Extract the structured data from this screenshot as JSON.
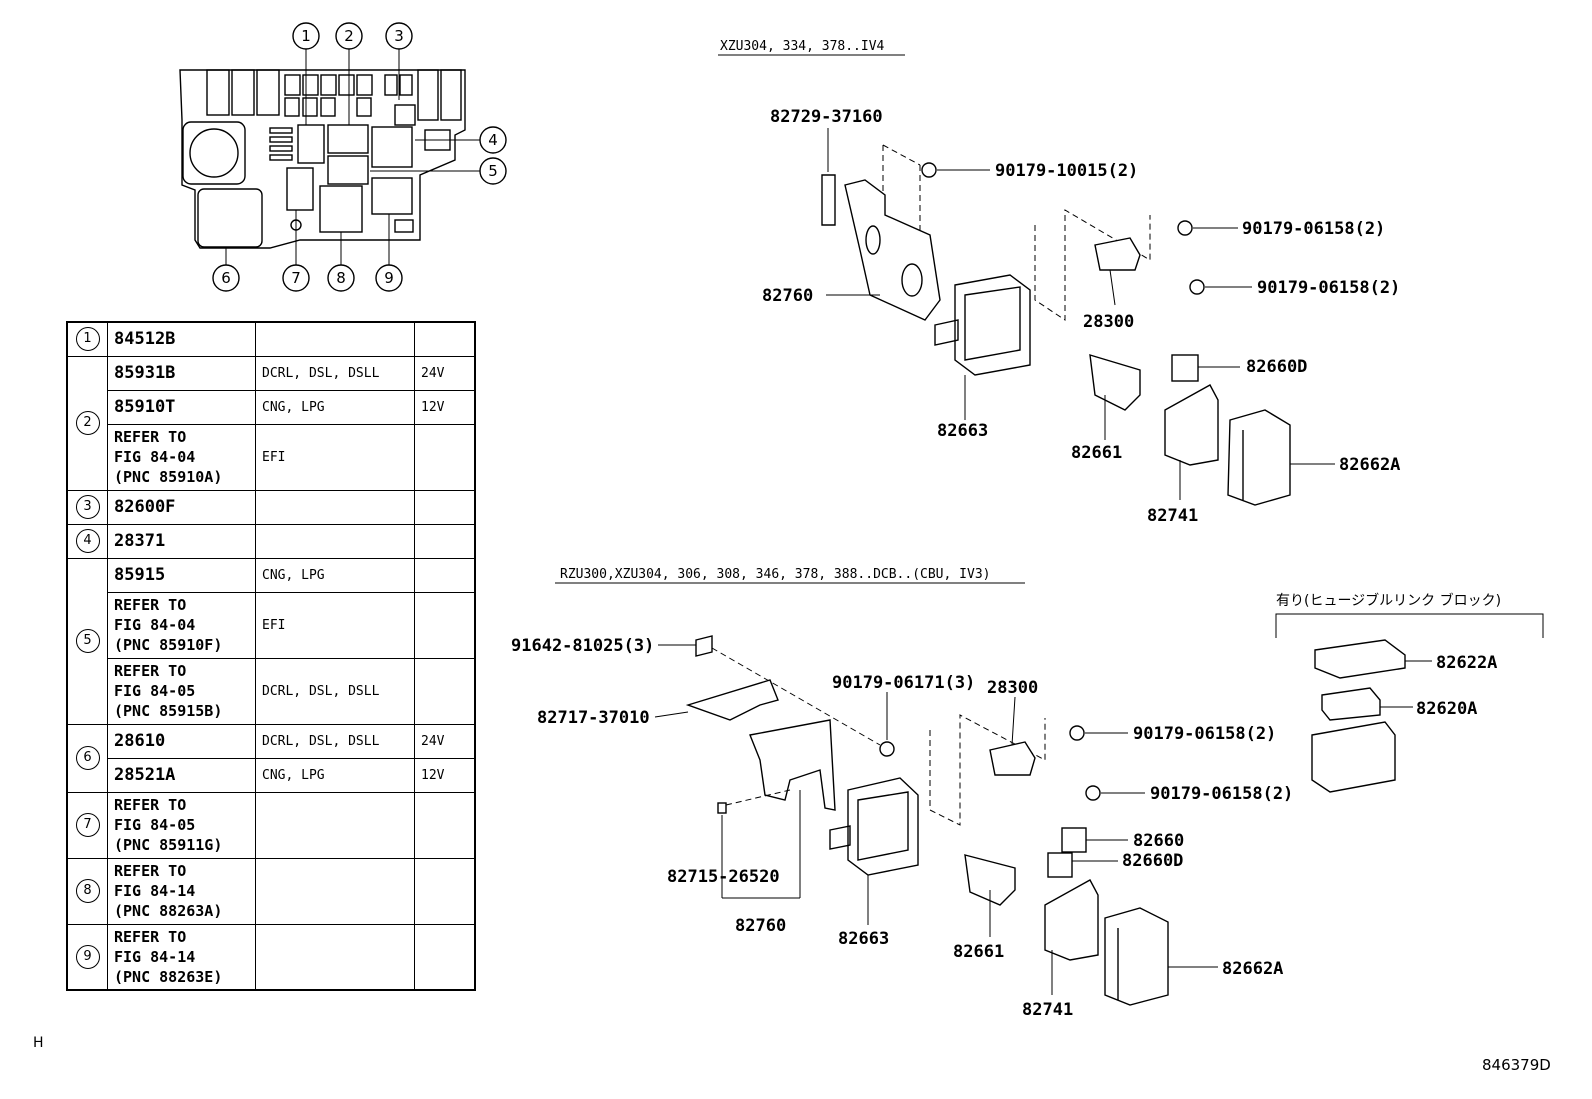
{
  "fuse_box_callouts": [
    "1",
    "2",
    "3",
    "4",
    "5",
    "6",
    "7",
    "8",
    "9"
  ],
  "table": {
    "rows": [
      {
        "ref": "1",
        "entries": [
          {
            "part": "84512B",
            "spec": "",
            "volt": ""
          }
        ]
      },
      {
        "ref": "2",
        "entries": [
          {
            "part": "85931B",
            "spec": "DCRL, DSL, DSLL",
            "volt": "24V"
          },
          {
            "part": "85910T",
            "spec": "CNG, LPG",
            "volt": "12V"
          },
          {
            "part": "REFER TO\nFIG  84-04\n(PNC 85910A)",
            "spec": "EFI",
            "volt": ""
          }
        ]
      },
      {
        "ref": "3",
        "entries": [
          {
            "part": "82600F",
            "spec": "",
            "volt": ""
          }
        ]
      },
      {
        "ref": "4",
        "entries": [
          {
            "part": "28371",
            "spec": "",
            "volt": ""
          }
        ]
      },
      {
        "ref": "5",
        "entries": [
          {
            "part": "85915",
            "spec": "CNG, LPG",
            "volt": ""
          },
          {
            "part": "REFER TO\nFIG  84-04\n(PNC 85910F)",
            "spec": "EFI",
            "volt": ""
          },
          {
            "part": "REFER TO\nFIG  84-05\n(PNC 85915B)",
            "spec": "DCRL, DSL, DSLL",
            "volt": ""
          }
        ]
      },
      {
        "ref": "6",
        "entries": [
          {
            "part": "28610",
            "spec": "DCRL, DSL, DSLL",
            "volt": "24V"
          },
          {
            "part": "28521A",
            "spec": "CNG, LPG",
            "volt": "12V"
          }
        ]
      },
      {
        "ref": "7",
        "entries": [
          {
            "part": "REFER TO\nFIG  84-05\n(PNC 85911G)",
            "spec": "",
            "volt": ""
          }
        ]
      },
      {
        "ref": "8",
        "entries": [
          {
            "part": "REFER TO\nFIG  84-14\n(PNC 88263A)",
            "spec": "",
            "volt": ""
          }
        ]
      },
      {
        "ref": "9",
        "entries": [
          {
            "part": "REFER TO\nFIG  84-14\n(PNC 88263E)",
            "spec": "",
            "volt": ""
          }
        ]
      }
    ]
  },
  "top_assembly": {
    "header": "XZU304, 334, 378..IV4",
    "labels": {
      "l82729": "82729-37160",
      "l90179a": "90179-10015(2)",
      "l90179b": "90179-06158(2)",
      "l90179c": "90179-06158(2)",
      "l82760": "82760",
      "l28300": "28300",
      "l82660d": "82660D",
      "l82663": "82663",
      "l82661": "82661",
      "l82662a": "82662A",
      "l82741": "82741"
    }
  },
  "bottom_assembly": {
    "header": "RZU300,XZU304, 306, 308, 346, 378, 388..DCB..(CBU, IV3)",
    "labels": {
      "l91642": "91642-81025(3)",
      "l82717": "82717-37010",
      "l90179d": "90179-06171(3)",
      "l28300": "28300",
      "l90179e": "90179-06158(2)",
      "l90179f": "90179-06158(2)",
      "l82660": "82660",
      "l82660d": "82660D",
      "l82715": "82715-26520",
      "l82760": "82760",
      "l82663": "82663",
      "l82661": "82661",
      "l82662a": "82662A",
      "l82741": "82741"
    }
  },
  "fusible_link": {
    "header": "有り(ヒュージブルリンク ブロック)",
    "l82622a": "82622A",
    "l82620a": "82620A"
  },
  "footer": {
    "left": "H",
    "code": "846379D"
  }
}
